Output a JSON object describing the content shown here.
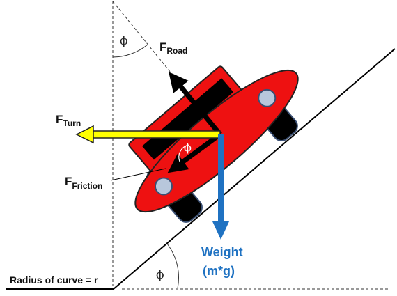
{
  "labels": {
    "f_road": {
      "main": "F",
      "sub": "Road"
    },
    "f_turn": {
      "main": "F",
      "sub": "Turn"
    },
    "f_friction": {
      "main": "F",
      "sub": "Friction"
    },
    "weight": "Weight",
    "weight_formula": "(m*g)",
    "radius": "Radius of curve = r",
    "phi_top": "ϕ",
    "phi_car": "ϕ",
    "phi_bottom": "ϕ"
  },
  "colors": {
    "car_body": "#ee1111",
    "car_outline": "#222222",
    "wheel": "#000000",
    "hubcap": "#b8c7dc",
    "turn_arrow": "#ffff00",
    "weight_arrow": "#1f72c2",
    "weight_text": "#1f72c2",
    "force_arrow": "#000000"
  }
}
